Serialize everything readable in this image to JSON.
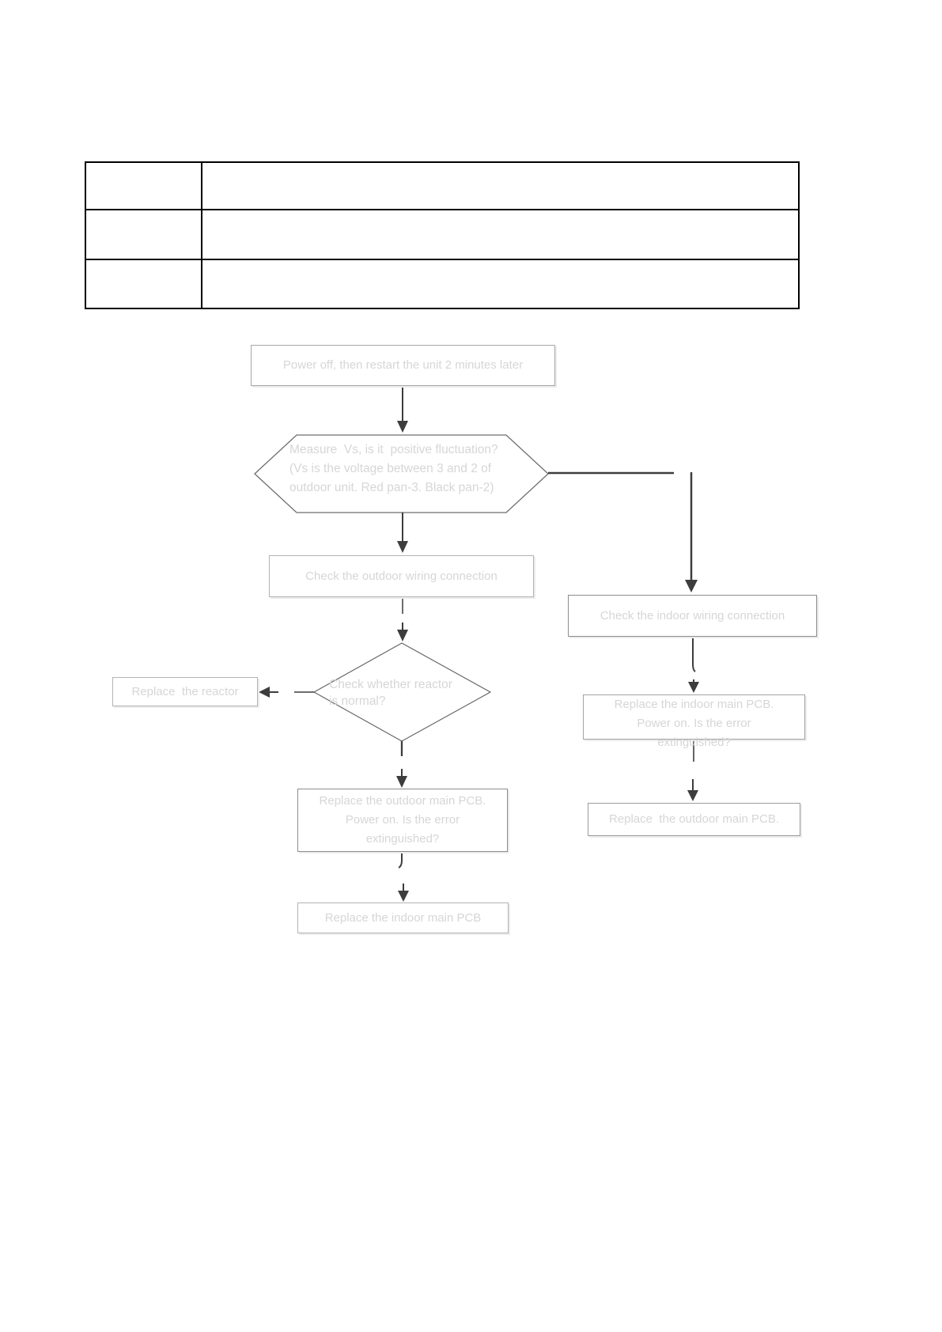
{
  "colors": {
    "node-text": "#d6d6d6",
    "node-border-light": "#b3b3b3",
    "node-border-dark": "#8c8c8c",
    "shape-line": "#6e6e6e",
    "arrow": "#3d3d3d",
    "table-border": "#000000",
    "page-bg": "#ffffff"
  },
  "table": {
    "rows": 3,
    "cols": 2,
    "cells": [
      [
        "",
        ""
      ],
      [
        "",
        ""
      ],
      [
        "",
        ""
      ]
    ]
  },
  "flowchart": {
    "nodes": {
      "power_off": {
        "label": "Power off, then restart the unit 2 minutes later"
      },
      "measure_vs": {
        "lines": [
          "Measure  Vs, is it  positive fluctuation?",
          "(Vs is the voltage between 3 and 2 of",
          "outdoor unit. Red pan-3. Black pan-2)"
        ]
      },
      "check_outdoor_wiring": {
        "label": "Check the outdoor wiring connection"
      },
      "check_indoor_wiring": {
        "label": "Check the indoor wiring connection"
      },
      "reactor_normal": {
        "lines": [
          "Check whether reactor",
          "is normal?"
        ]
      },
      "replace_reactor": {
        "label": "Replace  the reactor"
      },
      "replace_outdoor_pcb_q": {
        "lines": [
          "Replace the outdoor main PCB.",
          "Power on. Is the error",
          "extinguished?"
        ]
      },
      "replace_indoor_pcb_q": {
        "lines": [
          "Replace the indoor main PCB.",
          "Power on. Is the error",
          "extinguished?"
        ]
      },
      "replace_indoor_pcb": {
        "label": "Replace the indoor main PCB"
      },
      "replace_outdoor_pcb": {
        "label": "Replace  the outdoor main PCB."
      }
    }
  }
}
